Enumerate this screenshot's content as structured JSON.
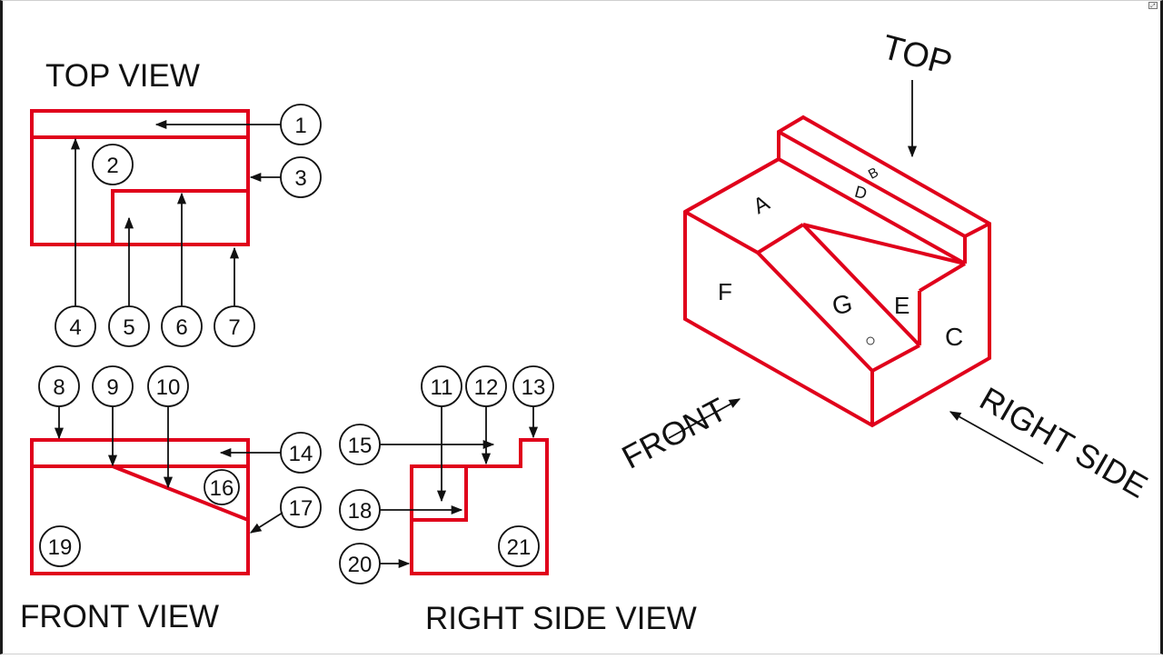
{
  "views": {
    "top_view_title": "TOP VIEW",
    "front_view_title": "FRONT VIEW",
    "right_side_view_title": "RIGHT SIDE VIEW"
  },
  "isometric": {
    "direction_top": "TOP",
    "direction_front": "FRONT",
    "direction_right_side": "RIGHT SIDE",
    "surface_labels": [
      "A",
      "B",
      "C",
      "D",
      "E",
      "F",
      "G"
    ]
  },
  "callouts": {
    "c1": "1",
    "c2": "2",
    "c3": "3",
    "c4": "4",
    "c5": "5",
    "c6": "6",
    "c7": "7",
    "c8": "8",
    "c9": "9",
    "c10": "10",
    "c11": "11",
    "c12": "12",
    "c13": "13",
    "c14": "14",
    "c15": "15",
    "c16": "16",
    "c17": "17",
    "c18": "18",
    "c19": "19",
    "c20": "20",
    "c21": "21"
  },
  "colors": {
    "outline": "#e0001b",
    "leader": "#111111",
    "background": "#ffffff"
  }
}
